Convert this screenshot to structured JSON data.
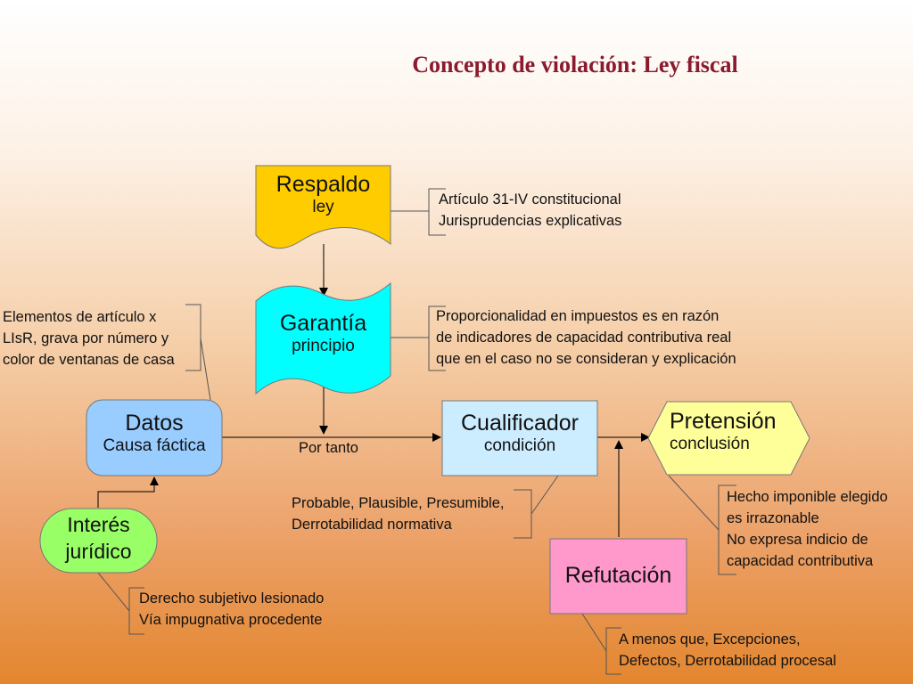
{
  "title": "Concepto de violación: Ley fiscal",
  "nodes": {
    "respaldo": {
      "title": "Respaldo",
      "subtitle": "ley",
      "color": "#ffcc00"
    },
    "garantia": {
      "title": "Garantía",
      "subtitle": "principio",
      "color": "#00ffff"
    },
    "datos": {
      "title": "Datos",
      "subtitle": "Causa fáctica",
      "color": "#99ccff"
    },
    "cualificador": {
      "title": "Cualificador",
      "subtitle": "condición",
      "color": "#ccecff"
    },
    "pretension": {
      "title": "Pretensión",
      "subtitle": "conclusión",
      "color": "#ffff99"
    },
    "interes": {
      "title": "Interés",
      "subtitle": "jurídico",
      "color": "#99ff66"
    },
    "refutacion": {
      "title": "Refutación",
      "color": "#ff99cc"
    }
  },
  "edge_labels": {
    "por_tanto": "Por tanto"
  },
  "notes": {
    "respaldo": [
      "Artículo 31-IV constitucional",
      "Jurisprudencias explicativas"
    ],
    "garantia": [
      "Proporcionalidad en impuestos es en razón",
      "de indicadores de capacidad contributiva real",
      "que en el caso no se consideran y explicación"
    ],
    "datos": [
      "Elementos de artículo x",
      "LIsR, grava por número y",
      "color de ventanas de casa"
    ],
    "cualificador": [
      "Probable, Plausible, Presumible,",
      "Derrotabilidad normativa"
    ],
    "pretension": [
      "Hecho imponible elegido",
      "es irrazonable",
      "No expresa indicio de",
      "capacidad contributiva"
    ],
    "interes": [
      "Derecho subjetivo lesionado",
      "Vía impugnativa procedente"
    ],
    "refutacion": [
      "A menos que, Excepciones,",
      "Defectos, Derrotabilidad procesal"
    ]
  }
}
